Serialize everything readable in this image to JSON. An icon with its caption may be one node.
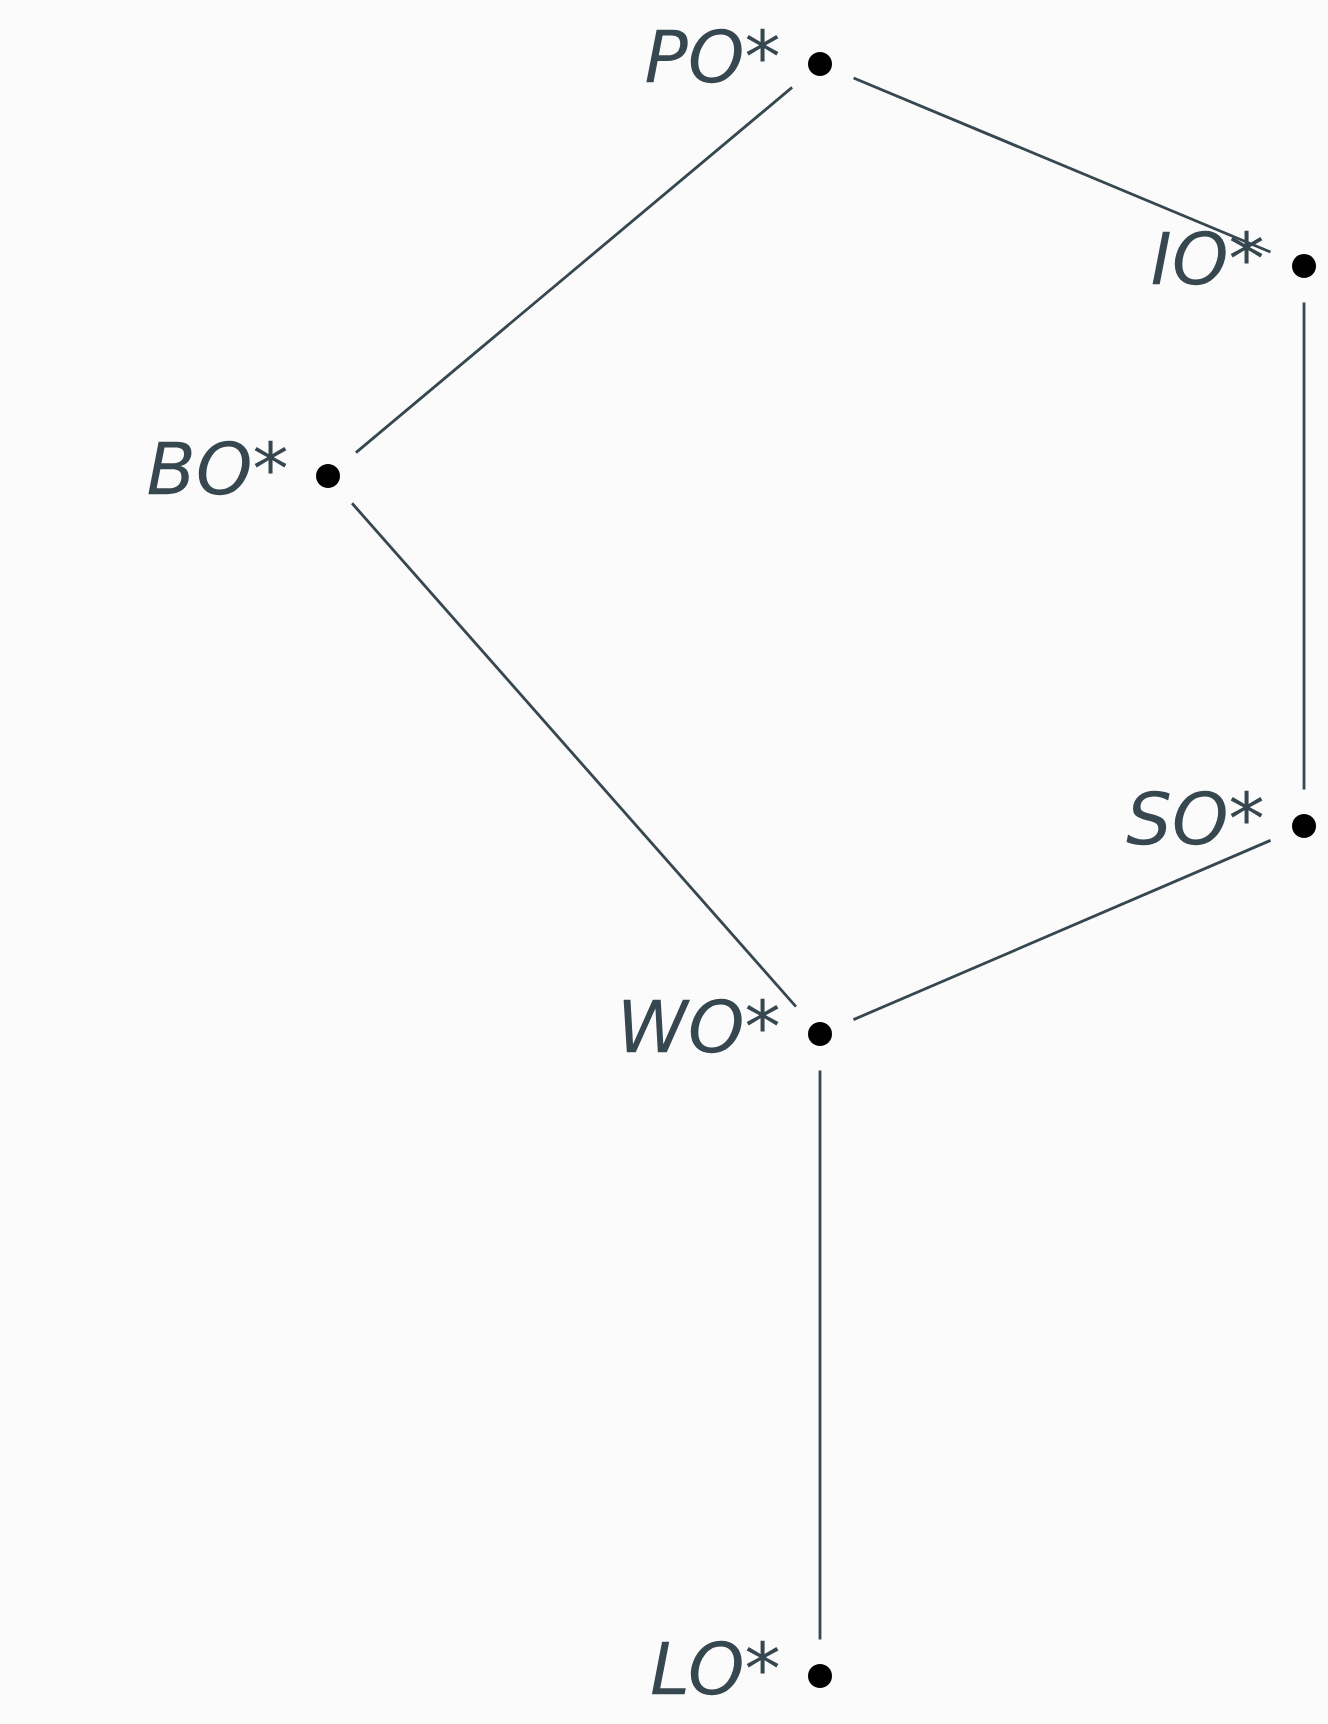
{
  "diagram": {
    "nodes": [
      {
        "text": [
          "PO*"
        ]
      },
      {
        "text": [
          "IO*"
        ]
      },
      {
        "text": [
          "BO*"
        ]
      },
      {
        "text": [
          "SO*"
        ]
      },
      {
        "text": [
          "WO*"
        ]
      },
      {
        "text": [
          "LO*"
        ]
      }
    ],
    "edges": [
      {
        "from": 0,
        "to": 1,
        "arrow": "none"
      },
      {
        "from": 0,
        "to": 2,
        "arrow": "none"
      },
      {
        "from": 1,
        "to": 3,
        "arrow": "none"
      },
      {
        "from": 2,
        "to": 4,
        "arrow": "none"
      },
      {
        "from": 3,
        "to": 4,
        "arrow": "none"
      },
      {
        "from": 4,
        "to": 5,
        "arrow": "none"
      }
    ]
  }
}
